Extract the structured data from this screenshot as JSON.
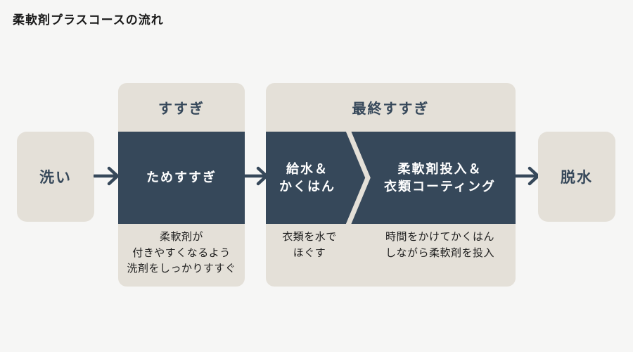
{
  "title": "柔軟剤プラスコースの流れ",
  "colors": {
    "background": "#f6f6f5",
    "panel_beige": "#e4e0d8",
    "dark_navy": "#36485a",
    "band_text": "#ffffff",
    "caption_text": "#1e1e1e"
  },
  "flow": {
    "wash": {
      "label": "洗い"
    },
    "rinse": {
      "header": "すすぎ",
      "stage_label": "ためすすぎ",
      "caption_lines": [
        "柔軟剤が",
        "付きやすくなるよう",
        "洗剤をしっかりすすぐ"
      ]
    },
    "final_rinse": {
      "header": "最終すすぎ",
      "stage1": {
        "label_lines": [
          "給水＆",
          "かくはん"
        ],
        "caption_lines": [
          "衣類を水で",
          "ほぐす"
        ]
      },
      "stage2": {
        "label_lines": [
          "柔軟剤投入＆",
          "衣類コーティング"
        ],
        "caption_lines": [
          "時間をかけてかくはん",
          "しながら柔軟剤を投入"
        ]
      }
    },
    "spin": {
      "label": "脱水"
    }
  }
}
